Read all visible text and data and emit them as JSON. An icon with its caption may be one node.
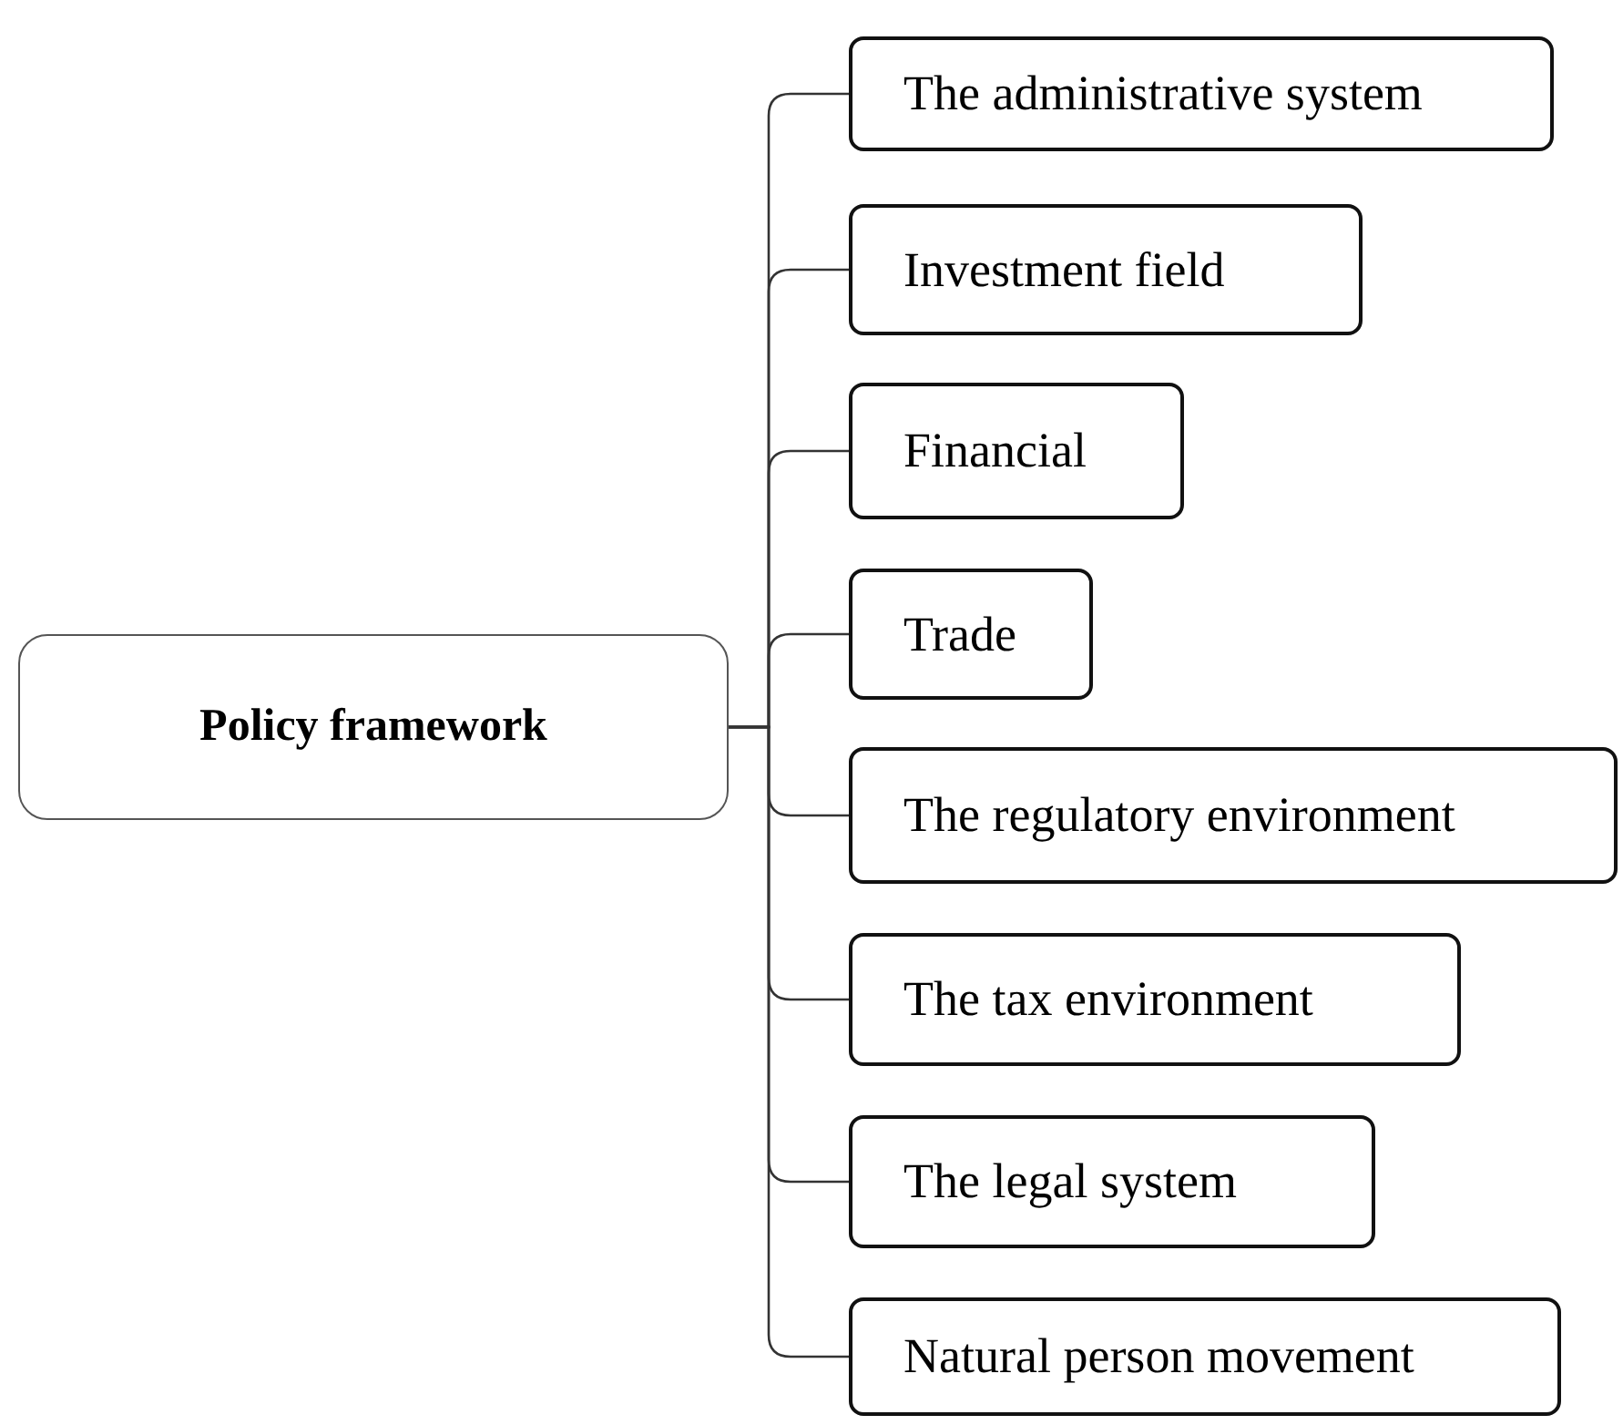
{
  "diagram": {
    "nodes": [
      {
        "text": [
          "Policy framework"
        ]
      },
      {
        "text": [
          "The administrative system"
        ]
      },
      {
        "text": [
          "Investment field"
        ]
      },
      {
        "text": [
          "Financial"
        ]
      },
      {
        "text": [
          "Trade"
        ]
      },
      {
        "text": [
          "The regulatory environment"
        ]
      },
      {
        "text": [
          "The tax environment"
        ]
      },
      {
        "text": [
          "The legal system"
        ]
      },
      {
        "text": [
          "Natural person movement"
        ]
      }
    ],
    "edges": [
      {
        "from": 0,
        "to": 1,
        "arrow": "none"
      },
      {
        "from": 0,
        "to": 2,
        "arrow": "none"
      },
      {
        "from": 0,
        "to": 3,
        "arrow": "none"
      },
      {
        "from": 0,
        "to": 4,
        "arrow": "none"
      },
      {
        "from": 0,
        "to": 5,
        "arrow": "none"
      },
      {
        "from": 0,
        "to": 6,
        "arrow": "none"
      },
      {
        "from": 0,
        "to": 7,
        "arrow": "none"
      },
      {
        "from": 0,
        "to": 8,
        "arrow": "none"
      }
    ]
  }
}
